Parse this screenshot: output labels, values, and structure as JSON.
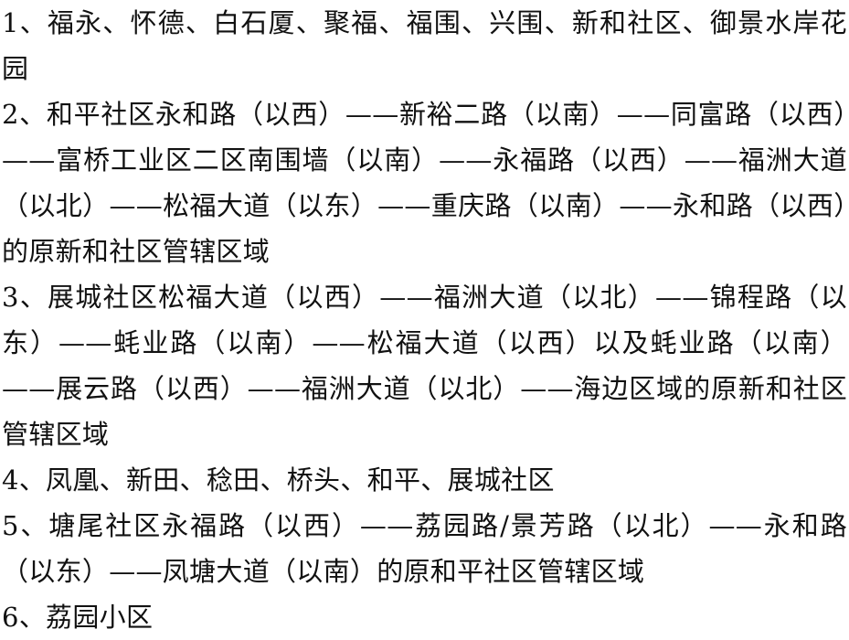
{
  "items": [
    {
      "text": "1、福永、怀德、白石厦、聚福、福围、兴围、新和社区、御景水岸花园"
    },
    {
      "text": "2、和平社区永和路（以西）——新裕二路（以南）——同富路（以西）——富桥工业区二区南围墙（以南）——永福路（以西）——福洲大道（以北）——松福大道（以东）——重庆路（以南）——永和路（以西）的原新和社区管辖区域"
    },
    {
      "text": "3、展城社区松福大道（以西）——福洲大道（以北）——锦程路（以东）——蚝业路（以南）——松福大道（以西）以及蚝业路（以南）——展云路（以西）——福洲大道（以北）——海边区域的原新和社区管辖区域"
    },
    {
      "text": "4、凤凰、新田、稔田、桥头、和平、展城社区"
    },
    {
      "text": "5、塘尾社区永福路（以西）——荔园路/景芳路（以北）——永和路（以东）——凤塘大道（以南）的原和平社区管辖区域"
    },
    {
      "text": "6、荔园小区"
    }
  ]
}
